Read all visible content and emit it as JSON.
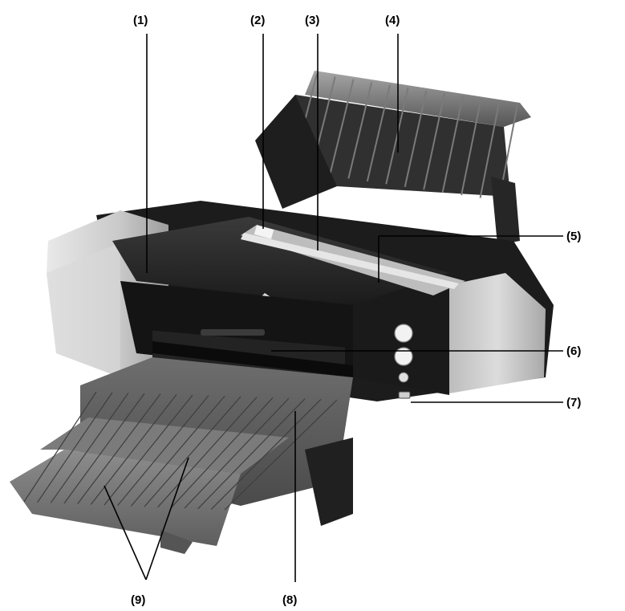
{
  "callouts": [
    {
      "id": "1",
      "label": "(1)"
    },
    {
      "id": "2",
      "label": "(2)"
    },
    {
      "id": "3",
      "label": "(3)"
    },
    {
      "id": "4",
      "label": "(4)"
    },
    {
      "id": "5",
      "label": "(5)"
    },
    {
      "id": "6",
      "label": "(6)"
    },
    {
      "id": "7",
      "label": "(7)"
    },
    {
      "id": "8",
      "label": "(8)"
    },
    {
      "id": "9",
      "label": "(9)"
    }
  ],
  "colors": {
    "body_dark": "#2a2a2a",
    "body_black": "#111111",
    "side_silver": "#cfcfcf",
    "tray_gray": "#6b6b6b",
    "paper_support": "#8a8a8a",
    "button_white": "#f2f2f2"
  },
  "icons": {
    "power_button": "circle-button-icon",
    "resume_button": "circle-button-icon",
    "usb_port": "usb-port-icon"
  }
}
